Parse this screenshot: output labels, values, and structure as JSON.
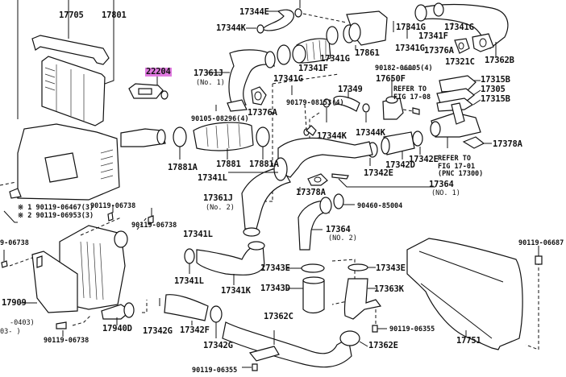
{
  "diagram": {
    "highlight_color": "#e07ae0",
    "highlighted_part": "22204",
    "labels": {
      "p17705": "17705",
      "p17801": "17801",
      "p22204": "22204",
      "p17344E": "17344E",
      "p17344K_top": "17344K",
      "p17361J_1": "17361J",
      "no1_a": "(No. 1)",
      "p17341G_a": "17341G",
      "p17341F_a": "17341F",
      "p17341G_b": "17341G",
      "p17861": "17861",
      "p17341G_c": "17341G",
      "p17341F_b": "17341F",
      "p17341G_d": "17341G",
      "p17376A_a": "17376A",
      "p17362B": "17362B",
      "p17321C": "17321C",
      "p90182": "90182-06005(4)",
      "p17650F": "17650F",
      "refer_0808_a": "REFER TO",
      "refer_0808_b": "FIG 17-08",
      "p17315B_a": "17315B",
      "p17305": "17305",
      "p17315B_b": "17315B",
      "p17376A_b": "17376A",
      "p90105": "90105-08296(4)",
      "p90179": "90179-08153(4)",
      "p17349": "17349",
      "p17344K_a": "17344K",
      "p17344K_b": "17344K",
      "p17342E_a": "17342E",
      "p17342D": "17342D",
      "p17342E_b": "17342E",
      "refer_0701_a": "REFER TO",
      "refer_0701_b": "FIG 17-01",
      "refer_0701_c": "(PNC 17300)",
      "p17378A_a": "17378A",
      "p17881A_a": "17881A",
      "p17881": "17881",
      "p17881A_b": "17881A",
      "p17341L_a": "17341L",
      "p17361J_2": "17361J",
      "no2_a": "(No. 2)",
      "p17378A_b": "17378A",
      "p17364_1": "17364",
      "no1_b": "(NO. 1)",
      "p90460": "90460-85004",
      "p17364_2": "17364",
      "no2_b": "(NO. 2)",
      "note1": "※ 1 90119-06467(3)",
      "note2": "※ 2 90119-06953(3)",
      "p90119_06738_a": "90119-06738",
      "p90119_06738_b": "90119-06738",
      "p90119_06738_c": "9-06738",
      "p17341L_b": "17341L",
      "p17341L_c": "17341L",
      "p17341K": "17341K",
      "p17343E_a": "17343E",
      "p17343D": "17343D",
      "p17343E_b": "17343E",
      "p17363K": "17363K",
      "p17909": "17909",
      "date_a": "-0403)",
      "date_b": "03-        )",
      "p90119_06738_d": "90119-06738",
      "p17940D": "17940D",
      "p17342G_a": "17342G",
      "p17342F": "17342F",
      "p17342G_b": "17342G",
      "p17362C": "17362C",
      "p90119_06355_a": "90119-06355",
      "p17362E": "17362E",
      "p90119_06355_b": "90119-06355",
      "p90119_06687": "90119-06687",
      "p17751": "17751"
    }
  }
}
